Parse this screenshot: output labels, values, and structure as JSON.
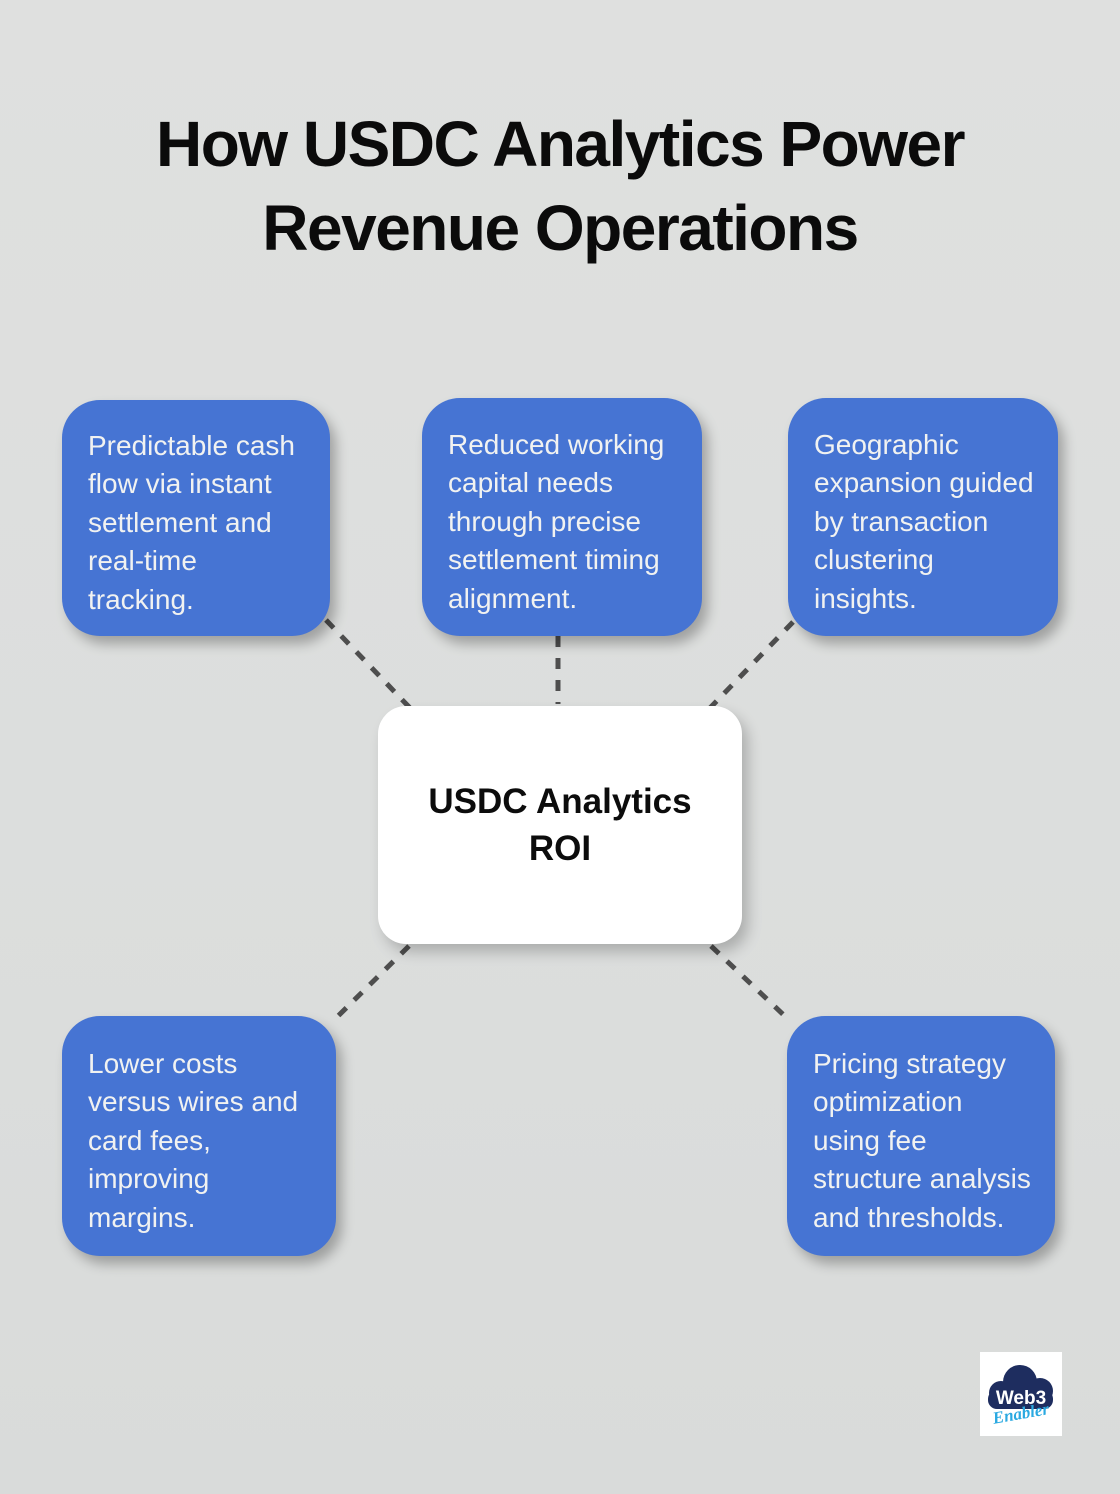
{
  "page": {
    "title_lines": [
      "How USDC Analytics Power",
      "Revenue Operations"
    ]
  },
  "diagram": {
    "center": {
      "label": "USDC Analytics ROI",
      "lines": [
        "USDC Analytics",
        "ROI"
      ]
    },
    "nodes": [
      {
        "id": "top-left",
        "text": "Predictable cash flow via instant settlement and real-time tracking.",
        "lines": [
          "Predictable cash",
          "flow via instant",
          "settlement and",
          "real-time",
          "tracking."
        ]
      },
      {
        "id": "top-middle",
        "text": "Reduced working capital needs through precise settlement timing alignment.",
        "lines": [
          "Reduced working",
          "capital needs",
          "through precise",
          "settlement timing",
          "alignment."
        ]
      },
      {
        "id": "top-right",
        "text": "Geographic expansion guided by transaction clustering insights.",
        "lines": [
          "Geographic",
          "expansion guided",
          "by transaction",
          "clustering",
          "insights."
        ]
      },
      {
        "id": "bottom-left",
        "text": "Lower costs versus wires and card fees, improving margins.",
        "lines": [
          "Lower costs",
          "versus wires and",
          "card fees,",
          "improving",
          "margins."
        ]
      },
      {
        "id": "bottom-right",
        "text": "Pricing strategy optimization using fee structure analysis and thresholds.",
        "lines": [
          "Pricing strategy",
          "optimization",
          "using fee",
          "structure analysis",
          "and thresholds."
        ]
      }
    ]
  },
  "logo": {
    "brand_line1": "Web3",
    "brand_line2": "Enabler"
  },
  "colors": {
    "background": "#dcdedd",
    "node_fill": "#4674d3",
    "node_text": "#f1f2f1",
    "center_fill": "#ffffff",
    "center_text": "#0c0c0c",
    "connector": "#4e4e4e",
    "title_text": "#0b0b0b",
    "logo_navy": "#1e2d5f",
    "logo_cyan": "#2aa9e1"
  }
}
